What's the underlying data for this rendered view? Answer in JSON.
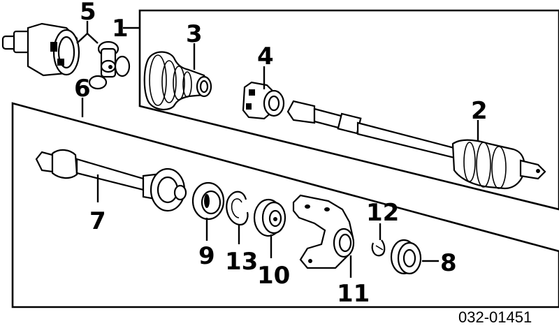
{
  "diagram": {
    "part_numbers": [
      {
        "id": "1",
        "label": "1"
      },
      {
        "id": "2",
        "label": "2"
      },
      {
        "id": "3",
        "label": "3"
      },
      {
        "id": "4",
        "label": "4"
      },
      {
        "id": "5",
        "label": "5"
      },
      {
        "id": "6",
        "label": "6"
      },
      {
        "id": "7",
        "label": "7"
      },
      {
        "id": "8",
        "label": "8"
      },
      {
        "id": "9",
        "label": "9"
      },
      {
        "id": "10",
        "label": "10"
      },
      {
        "id": "11",
        "label": "11"
      },
      {
        "id": "12",
        "label": "12"
      },
      {
        "id": "13",
        "label": "13"
      }
    ],
    "diagram_code": "032-01451"
  }
}
